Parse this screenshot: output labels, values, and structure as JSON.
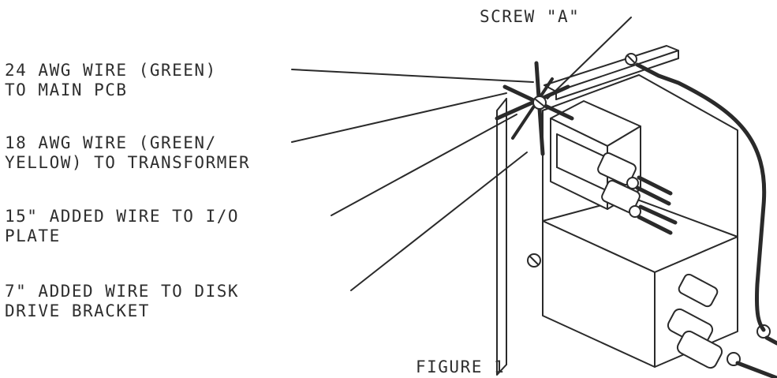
{
  "figure": {
    "screw_label": "SCREW \"A\"",
    "callouts": [
      {
        "line1": "24 AWG WIRE (GREEN)",
        "line2": "TO MAIN PCB"
      },
      {
        "line1": "18 AWG WIRE (GREEN/",
        "line2": "YELLOW) TO TRANSFORMER"
      },
      {
        "line1": "15\" ADDED WIRE TO I/O",
        "line2": "PLATE"
      },
      {
        "line1": "7\" ADDED WIRE TO DISK",
        "line2": "DRIVE BRACKET"
      }
    ],
    "caption": "FIGURE 1"
  }
}
